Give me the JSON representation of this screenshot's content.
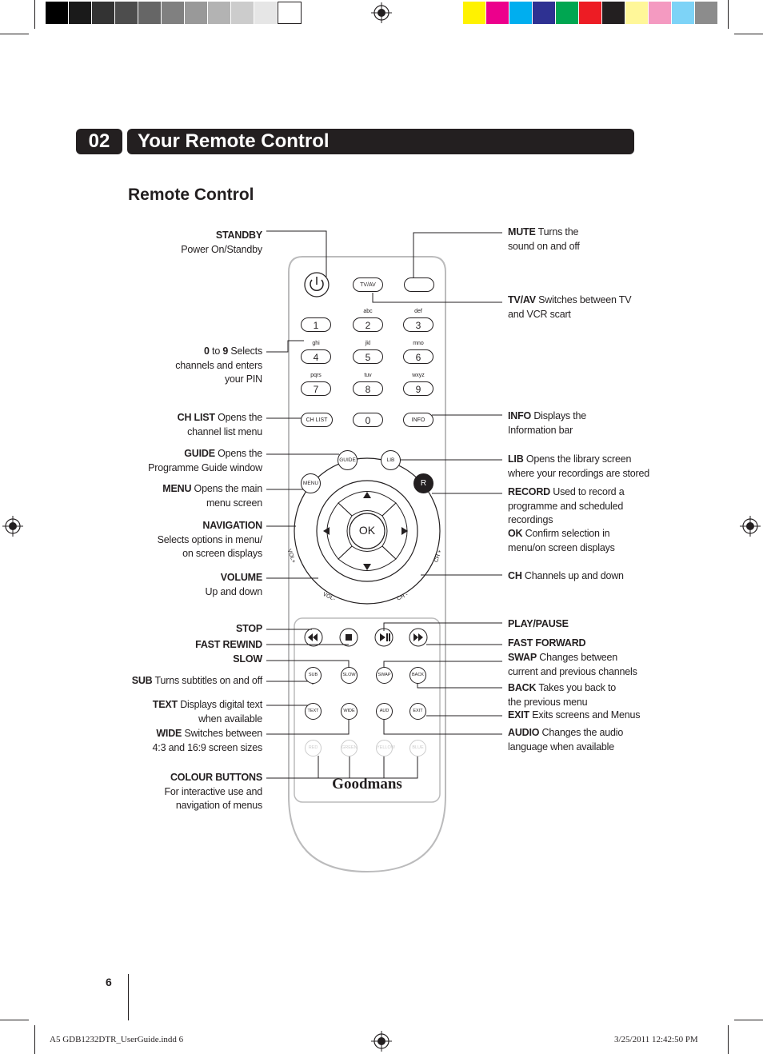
{
  "header": {
    "chapter": "02",
    "title": "Your Remote Control"
  },
  "section_title": "Remote Control",
  "left_labels": [
    {
      "id": "standby",
      "bold": "STANDBY",
      "text": "Power On/Standby"
    },
    {
      "id": "digits",
      "bold": "0",
      "mid": " to ",
      "bold2": "9",
      "text": " Selects channels and enters your PIN"
    },
    {
      "id": "chlist",
      "bold": "CH LIST",
      "text": " Opens the channel list menu"
    },
    {
      "id": "guide",
      "bold": "GUIDE",
      "text": " Opens the Programme Guide window"
    },
    {
      "id": "menu",
      "bold": "MENU",
      "text": " Opens the main menu screen"
    },
    {
      "id": "nav",
      "bold": "NAVIGATION",
      "text": "Selects options in menu/ on screen displays"
    },
    {
      "id": "volume",
      "bold": "VOLUME",
      "text": "Up and down"
    },
    {
      "id": "stop",
      "bold": "STOP"
    },
    {
      "id": "frew",
      "bold": "FAST REWIND"
    },
    {
      "id": "slow",
      "bold": "SLOW"
    },
    {
      "id": "sub",
      "bold": "SUB",
      "text": " Turns subtitles on and off"
    },
    {
      "id": "text",
      "bold": "TEXT",
      "text": " Displays digital text when available"
    },
    {
      "id": "wide",
      "bold": "WIDE",
      "text": " Switches between 4:3 and 16:9 screen sizes"
    },
    {
      "id": "colour",
      "bold": "COLOUR BUTTONS",
      "text": "For interactive use and navigation of menus"
    }
  ],
  "right_labels": [
    {
      "id": "mute",
      "bold": "MUTE",
      "text": " Turns the sound on and off"
    },
    {
      "id": "tvav",
      "bold": "TV/AV",
      "text": " Switches between TV and VCR scart"
    },
    {
      "id": "info",
      "bold": "INFO",
      "text": " Displays the Information bar"
    },
    {
      "id": "lib",
      "bold": "LIB",
      "text": " Opens the library screen where your recordings are stored"
    },
    {
      "id": "record",
      "bold": "RECORD",
      "text": " Used to record a programme and scheduled recordings"
    },
    {
      "id": "ok",
      "bold": "OK",
      "text": " Confirm selection in menu/on screen displays"
    },
    {
      "id": "ch",
      "bold": "CH",
      "text": " Channels up and down"
    },
    {
      "id": "playpause",
      "bold": "PLAY/PAUSE"
    },
    {
      "id": "ffwd",
      "bold": "FAST FORWARD"
    },
    {
      "id": "swap",
      "bold": "SWAP",
      "text": " Changes between current and previous channels"
    },
    {
      "id": "back",
      "bold": "BACK",
      "text": " Takes you back to the previous menu"
    },
    {
      "id": "exit",
      "bold": "EXIT",
      "text": " Exits screens and Menus"
    },
    {
      "id": "audio",
      "bold": "AUDIO",
      "text": " Changes the audio language when available"
    }
  ],
  "remote": {
    "tvav": "TV/AV",
    "keys": [
      {
        "digit": "1",
        "letters": ""
      },
      {
        "digit": "2",
        "letters": "abc"
      },
      {
        "digit": "3",
        "letters": "def"
      },
      {
        "digit": "4",
        "letters": "ghi"
      },
      {
        "digit": "5",
        "letters": "jkl"
      },
      {
        "digit": "6",
        "letters": "mno"
      },
      {
        "digit": "7",
        "letters": "pqrs"
      },
      {
        "digit": "8",
        "letters": "tuv"
      },
      {
        "digit": "9",
        "letters": "wxyz"
      }
    ],
    "chlist": "CH LIST",
    "zero": "0",
    "info": "INFO",
    "guide": "GUIDE",
    "lib": "LIB",
    "menu": "MENU",
    "record": "R",
    "ok": "OK",
    "vol_plus": "VOL+",
    "vol_minus": "VOL-",
    "ch_plus": "CH +",
    "ch_minus": "CH -",
    "sub": "SUB",
    "slow": "SLOW",
    "swap": "SWAP",
    "back": "BACK",
    "text": "TEXT",
    "wide": "WIDE",
    "aud": "AUD",
    "exit": "EXIT",
    "colours": [
      "RED",
      "GREEN",
      "YELLOW",
      "BLUE"
    ],
    "brand": "Goodmans"
  },
  "page_number": "6",
  "footer": {
    "file": "A5 GDB1232DTR_UserGuide.indd   6",
    "date": "3/25/2011   12:42:50 PM"
  },
  "colors": {
    "gray_ramp": [
      "#000000",
      "#1a1a1a",
      "#333333",
      "#4d4d4d",
      "#666666",
      "#808080",
      "#999999",
      "#b3b3b3",
      "#cccccc",
      "#e6e6e6",
      "#ffffff"
    ],
    "process": [
      "#fff200",
      "#ec008c",
      "#00aeef",
      "#2e3192",
      "#00a651",
      "#ed1c24",
      "#231f20",
      "#fff799",
      "#f49ac1",
      "#7dd3f7",
      "#8c8c8c"
    ]
  }
}
